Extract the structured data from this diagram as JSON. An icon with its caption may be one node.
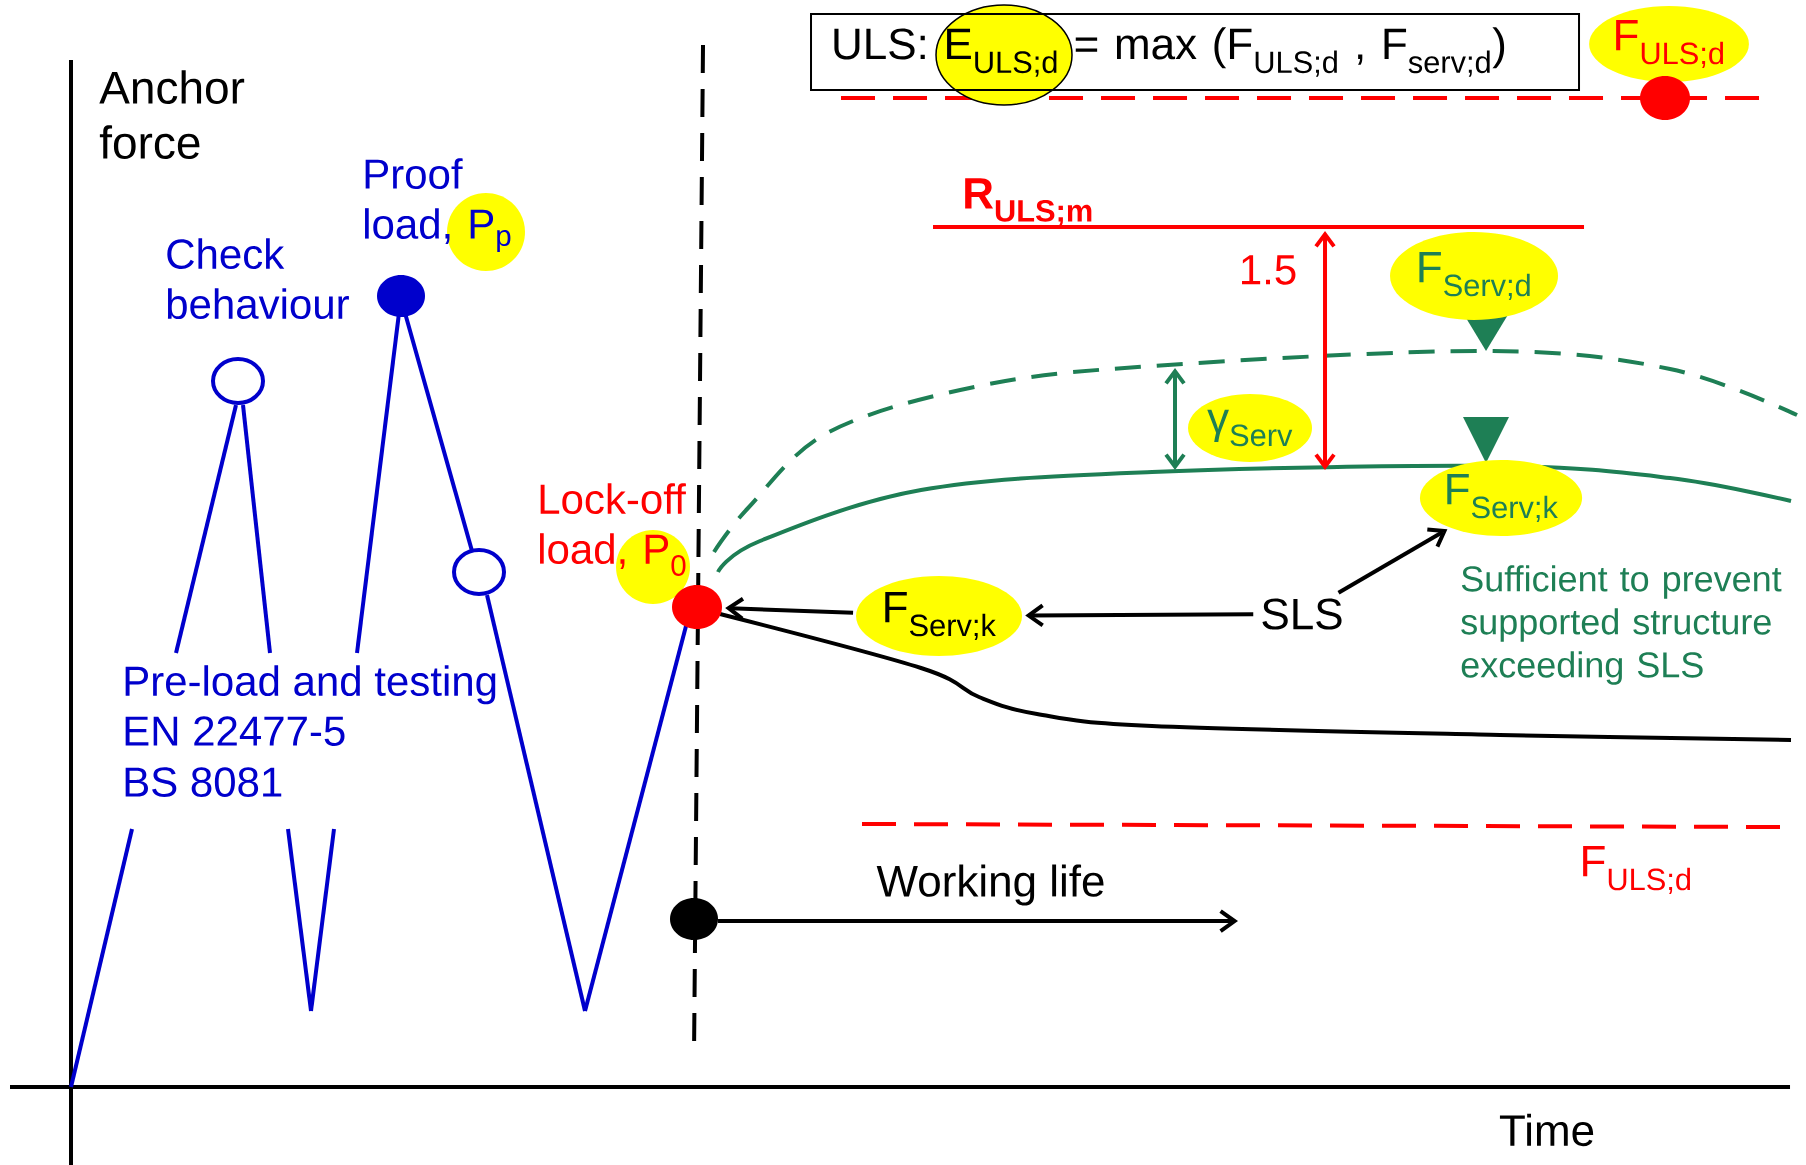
{
  "diagram": {
    "nodes": [
      {
        "text": [
          "ULS: E$_{ULS;d}$ = max (F$_{ULS;d}$ , F$_{serv;d}$)"
        ]
      },
      {
        "text": [
          "F$_{ULS;d}$"
        ]
      },
      {
        "text": [
          "F$_{Serv;d}$"
        ]
      },
      {
        "text": [
          "γ$_{Serv}$"
        ]
      },
      {
        "text": [
          "F$_{Serv;k}$"
        ]
      },
      {
        "text": [],
        "shape": "circle"
      },
      {
        "text": [
          "F$_{Serv;k}$"
        ]
      },
      {
        "text": [
          "SLS"
        ]
      },
      {
        "text": [],
        "shape": "circle"
      }
    ],
    "edges": [
      {
        "from": 7,
        "to": 6,
        "arrow": "to"
      },
      {
        "from": 6,
        "to": 5,
        "arrow": "to"
      },
      {
        "from": 7,
        "to": 4,
        "arrow": "to"
      }
    ],
    "labels": [
      "Anchor force",
      "Proof load, P$_{p}$",
      "Check behaviour",
      "Lock-off load, P$_{0}$",
      "R$_{ULS;m}$",
      "1.5",
      "Sufficient to prevent supported structure exceeding SLS",
      "Pre-load and testing",
      "EN 22477-5",
      "BS 8081",
      "Working life",
      "F$_{ULS;d}$",
      "Time"
    ]
  }
}
